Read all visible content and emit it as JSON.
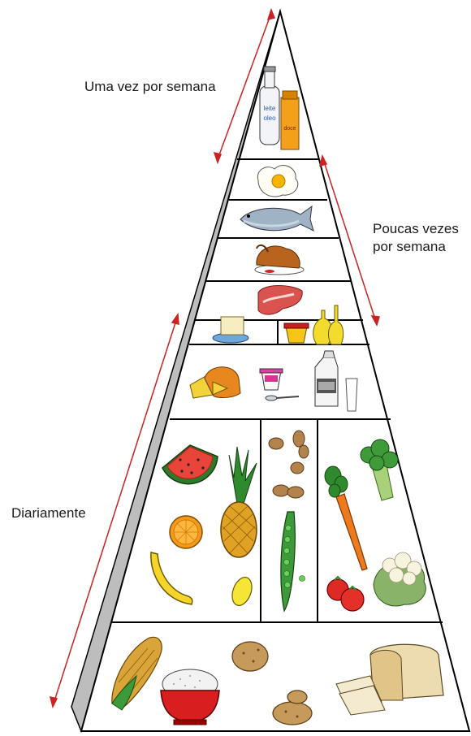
{
  "labels": {
    "weekly": "Uma vez por semana",
    "few_times_line1": "Poucas vezes",
    "few_times_line2": "por semana",
    "daily": "Diariamente"
  },
  "packaging": {
    "bottle_text_1": "leite",
    "bottle_text_2": "oleo",
    "box_text": "doce"
  },
  "colors": {
    "outline": "#000000",
    "side_shade": "#bdbdbd",
    "bracket_red": "#cc2222",
    "label_text": "#1a1a1a"
  },
  "tiers_top_to_bottom": [
    {
      "tier": "apex",
      "items": [
        "sweets-box",
        "oil-bottle"
      ]
    },
    {
      "tier": "egg",
      "items": [
        "egg"
      ]
    },
    {
      "tier": "fish",
      "items": [
        "fish"
      ]
    },
    {
      "tier": "chicken",
      "items": [
        "roast-chicken"
      ]
    },
    {
      "tier": "meat-fats",
      "items": [
        "steak",
        "butter",
        "margarine-tub",
        "oil-bottles"
      ]
    },
    {
      "tier": "dairy",
      "items": [
        "cheese",
        "yogurt",
        "milk-carton",
        "milk-glass"
      ]
    },
    {
      "tier": "fruits-nuts-vegetables",
      "items": [
        "watermelon",
        "pineapple",
        "orange",
        "banana",
        "lemon",
        "nuts",
        "peas",
        "broccoli",
        "carrot",
        "tomatoes",
        "cauliflower"
      ]
    },
    {
      "tier": "grains",
      "items": [
        "corn",
        "rice-bowl",
        "potatoes",
        "bread"
      ]
    }
  ]
}
